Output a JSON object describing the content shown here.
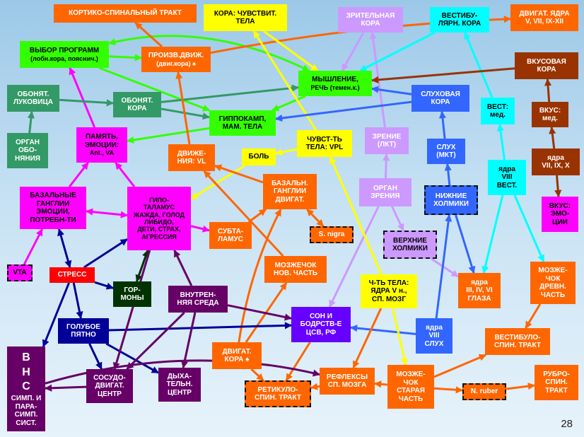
{
  "nodes": {
    "kortiko": {
      "l1": "КОРТИКО-СПИНАЛЬНЫЙ ТРАКТ",
      "bg": "#ff6600",
      "fg": "#ffffff"
    },
    "kora_chuv": {
      "l1": "КОРА: ЧУВСТВИТ.",
      "l2": "ТЕЛА",
      "bg": "#ffff00",
      "fg": "#000000"
    },
    "zrit_kora": {
      "l1": "ЗРИТЕЛЬНАЯ",
      "l2": "КОРА",
      "bg": "#cc99ff",
      "fg": "#ffffff"
    },
    "vestib_kora": {
      "l1": "ВЕСТИБУ-",
      "l2": "ЛЯРН. КОРА",
      "bg": "#00ffff",
      "fg": "#000000"
    },
    "dvig_yadra": {
      "l1": "ДВИГАТ. ЯДРА",
      "l2": "V, VII, IX-XII",
      "bg": "#ff6600",
      "fg": "#ffffff"
    },
    "vybor": {
      "l1": "ВЫБОР ПРОГРАММ",
      "l2": "(лобн.кора, пояснич.)",
      "bg": "#33ff00",
      "fg": "#000000"
    },
    "proizv": {
      "l1": "ПРОИЗВ.ДВИЖ.",
      "l2": "(двиг.кора) ♠",
      "bg": "#ff6600",
      "fg": "#ffffff"
    },
    "myshlenie": {
      "l1": "МЫШЛЕНИЕ,",
      "l2": "РЕЧЬ (темен.к.)",
      "bg": "#33ff00",
      "fg": "#000000"
    },
    "vkus_kora": {
      "l1": "ВКУСОВАЯ",
      "l2": "КОРА",
      "bg": "#993300",
      "fg": "#ffffff"
    },
    "obon_luk": {
      "l1": "ОБОНЯТ.",
      "l2": "ЛУКОВИЦА",
      "bg": "#339966",
      "fg": "#ffffff"
    },
    "obon_kora": {
      "l1": "ОБОНЯТ.",
      "l2": "КОРА",
      "bg": "#339966",
      "fg": "#ffffff"
    },
    "sluh_kora": {
      "l1": "СЛУХОВАЯ",
      "l2": "КОРА",
      "bg": "#3366ff",
      "fg": "#ffffff"
    },
    "vest_med": {
      "l1": "ВЕСТ:",
      "l2": "мед.",
      "bg": "#00ffff",
      "fg": "#000000"
    },
    "vkus_med": {
      "l1": "ВКУС:",
      "l2": "мед.",
      "bg": "#993300",
      "fg": "#ffffff"
    },
    "gippo": {
      "l1": "ГИППОКАМП,",
      "l2": "МАМ. ТЕЛА",
      "bg": "#33ff00",
      "fg": "#000000"
    },
    "organ_obon": {
      "l1": "ОРГАН",
      "l2": "ОБО-",
      "l3": "НЯНИЯ",
      "bg": "#339966",
      "fg": "#ffffff"
    },
    "pamyat": {
      "l1": "ПАМЯТЬ,",
      "l2": "ЭМОЦИИ:",
      "l3": "Ant., VA",
      "bg": "#ff00ff",
      "fg": "#000000"
    },
    "dvizh_vl": {
      "l1": "ДВИЖЕ-",
      "l2": "НИЯ: VL",
      "bg": "#ff6600",
      "fg": "#ffffff"
    },
    "bol": {
      "l1": "БОЛЬ",
      "bg": "#ffff00",
      "fg": "#000000"
    },
    "chuvst_vpl": {
      "l1": "ЧУВСТ-ТЬ",
      "l2": "ТЕЛА: VPL",
      "bg": "#ffff00",
      "fg": "#000000"
    },
    "zrenie_lkt": {
      "l1": "ЗРЕНИЕ",
      "l2": "(ЛКТ)",
      "bg": "#cc99ff",
      "fg": "#ffffff"
    },
    "sluh_mkt": {
      "l1": "СЛУХ",
      "l2": "(МКТ)",
      "bg": "#3366ff",
      "fg": "#ffffff"
    },
    "yadra_viii_vest": {
      "l1": "ядра",
      "l2": "VIII",
      "l3": "ВЕСТ.",
      "bg": "#00ffff",
      "fg": "#000000"
    },
    "yadra_vii_ix": {
      "l1": "ядра",
      "l2": "VII, IX, X",
      "bg": "#993300",
      "fg": "#ffffff"
    },
    "bazal_emoc": {
      "l1": "БАЗАЛЬНЫЕ",
      "l2": "ГАНГЛИИ",
      "l3": "ЭМОЦИИ,",
      "l4": "ПОТРЕБН-ТИ",
      "bg": "#ff00ff",
      "fg": "#000000"
    },
    "gipotalamus": {
      "l1": "ГИПО-",
      "l2": "ТАЛАМУС",
      "l3": "ЖАЖДА, ГОЛОД",
      "l4": "ЛИБИДО,",
      "l5": "ДЕТИ, СТРАХ,",
      "l6": "АГРЕССИЯ",
      "bg": "#ff00ff",
      "fg": "#000000"
    },
    "bazal_dvig": {
      "l1": "БАЗАЛЬН.",
      "l2": "ГАНГЛИИ",
      "l3": "ДВИГАТ.",
      "bg": "#ff6600",
      "fg": "#ffffff"
    },
    "organ_zreniya": {
      "l1": "ОРГАН",
      "l2": "ЗРЕНИЯ",
      "bg": "#cc99ff",
      "fg": "#ffffff"
    },
    "nizh_holm": {
      "l1": "НИЖНИЕ",
      "l2": "ХОЛМИКИ",
      "bg": "#3366ff",
      "fg": "#ffffff"
    },
    "vkus_emoc": {
      "l1": "ВКУС:",
      "l2": "ЭМО-",
      "l3": "ЦИИ",
      "bg": "#ff00ff",
      "fg": "#000000"
    },
    "subtalamus": {
      "l1": "СУБТА-",
      "l2": "ЛАМУС",
      "bg": "#ff6600",
      "fg": "#ffffff"
    },
    "s_nigra": {
      "l1": "S. nigra",
      "bg": "#ff6600",
      "fg": "#ffffff"
    },
    "verh_holm": {
      "l1": "ВЕРХНИЕ",
      "l2": "ХОЛМИКИ",
      "bg": "#cc99ff",
      "fg": "#000000"
    },
    "vta": {
      "l1": "VTA",
      "bg": "#ff00ff",
      "fg": "#000000"
    },
    "stress": {
      "l1": "СТРЕСС",
      "bg": "#ff0000",
      "fg": "#ffffff"
    },
    "mozzh_nov": {
      "l1": "МОЗЖЕЧОК",
      "l2": "НОВ. ЧАСТЬ",
      "bg": "#ff6600",
      "fg": "#ffffff"
    },
    "yadra_iii": {
      "l1": "ядра",
      "l2": "III, IV, VI",
      "l3": "ГЛАЗА",
      "bg": "#ff6600",
      "fg": "#ffffff"
    },
    "mozzh_drevn": {
      "l1": "МОЗЖЕ-",
      "l2": "ЧОК",
      "l3": "ДРЕВН.",
      "l4": "ЧАСТЬ",
      "bg": "#ff6600",
      "fg": "#ffffff"
    },
    "gormony": {
      "l1": "ГОР-",
      "l2": "МОНЫ",
      "bg": "#003300",
      "fg": "#ffffff"
    },
    "vnutr_sreda": {
      "l1": "ВНУТРЕН-",
      "l2": "НЯЯ СРЕДА",
      "bg": "#660066",
      "fg": "#ffffff"
    },
    "chuv_yadra_v": {
      "l1": "Ч-ТЬ ТЕЛА:",
      "l2": "ЯДРА V н.,",
      "l3": "СП. МОЗГ",
      "bg": "#ffff00",
      "fg": "#000000"
    },
    "son": {
      "l1": "СОН И",
      "l2": "БОДРСТВ-Е",
      "l3": "ЦСВ, РФ",
      "bg": "#6600ff",
      "fg": "#ffffff"
    },
    "goluboe": {
      "l1": "ГОЛУБОЕ",
      "l2": "ПЯТНО",
      "bg": "#000099",
      "fg": "#ffffff"
    },
    "yadra_viii_sluh": {
      "l1": "ядра",
      "l2": "VIII",
      "l3": "СЛУХ",
      "bg": "#3366ff",
      "fg": "#ffffff"
    },
    "vestibulo": {
      "l1": "ВЕСТИБУЛО-",
      "l2": "СПИН. ТРАКТ",
      "bg": "#ff6600",
      "fg": "#ffffff"
    },
    "vns": {
      "l1": "В",
      "l2": "Н",
      "l3": "С",
      "l4": "СИМП. И",
      "l5": "ПАРА-",
      "l6": "СИМП.",
      "l7": "СИСТ.",
      "bg": "#660066",
      "fg": "#ffffff"
    },
    "dvig_kora_s": {
      "l1": "ДВИГАТ.",
      "l2": "КОРА ♠",
      "bg": "#ff6600",
      "fg": "#ffffff"
    },
    "sosudo": {
      "l1": "СОСУДО-",
      "l2": "ДВИГАТ.",
      "l3": "ЦЕНТР",
      "bg": "#660066",
      "fg": "#ffffff"
    },
    "dyhatel": {
      "l1": "ДЫХА-",
      "l2": "ТЕЛЬН.",
      "l3": "ЦЕНТР",
      "bg": "#660066",
      "fg": "#ffffff"
    },
    "refleksy": {
      "l1": "РЕФЛЕКСЫ",
      "l2": "СП. МОЗГА",
      "bg": "#ff6600",
      "fg": "#ffffff"
    },
    "mozzh_star": {
      "l1": "МОЗЖЕ-",
      "l2": "ЧОК",
      "l3": "СТАРАЯ",
      "l4": "ЧАСТЬ",
      "bg": "#ff6600",
      "fg": "#ffffff"
    },
    "retikulo": {
      "l1": "РЕТИКУЛО-",
      "l2": "СПИН. ТРАКТ",
      "bg": "#ff6600",
      "fg": "#ffffff"
    },
    "n_ruber": {
      "l1": "N. ruber",
      "bg": "#ff6600",
      "fg": "#ffffff"
    },
    "rubro": {
      "l1": "РУБРО-",
      "l2": "СПИН.",
      "l3": "ТРАКТ",
      "bg": "#ff6600",
      "fg": "#ffffff"
    }
  },
  "page_number": "28"
}
